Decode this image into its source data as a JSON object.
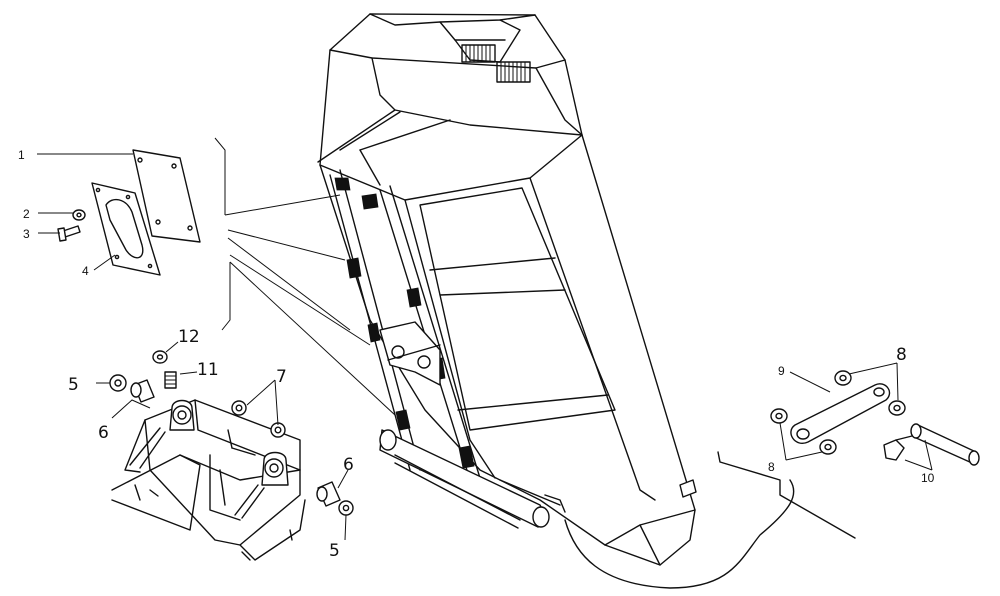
{
  "callouts": [
    {
      "id": "1",
      "label": "1"
    },
    {
      "id": "2",
      "label": "2"
    },
    {
      "id": "3",
      "label": "3"
    },
    {
      "id": "4",
      "label": "4"
    },
    {
      "id": "5a",
      "label": "5"
    },
    {
      "id": "6a",
      "label": "6"
    },
    {
      "id": "7",
      "label": "7"
    },
    {
      "id": "11",
      "label": "11"
    },
    {
      "id": "12",
      "label": "12"
    },
    {
      "id": "6b",
      "label": "6"
    },
    {
      "id": "5b",
      "label": "5"
    },
    {
      "id": "9",
      "label": "9"
    },
    {
      "id": "8a",
      "label": "8"
    },
    {
      "id": "8b",
      "label": "8"
    },
    {
      "id": "10",
      "label": "10"
    }
  ]
}
